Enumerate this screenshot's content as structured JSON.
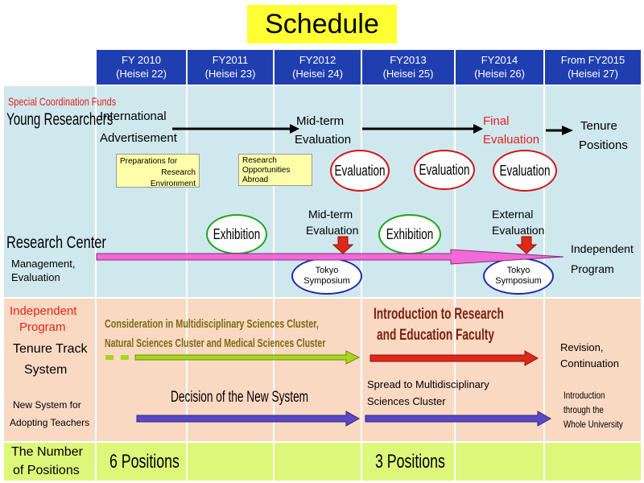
{
  "title": "Schedule",
  "years": [
    {
      "fy": "FY 2010",
      "heisei": "(Heisei 22)"
    },
    {
      "fy": "FY2011",
      "heisei": "(Heisei 23)"
    },
    {
      "fy": "FY2012",
      "heisei": "(Heisei 24)"
    },
    {
      "fy": "FY2013",
      "heisei": "(Heisei 25)"
    },
    {
      "fy": "FY2014",
      "heisei": "(Heisei 26)"
    },
    {
      "fy": "From FY2015",
      "heisei": "(Heisei 27)"
    }
  ],
  "rows": {
    "young": {
      "label_top": "Special Coordination Funds",
      "label_main": "Young Researchers"
    },
    "center": {
      "label_main": "Research Center",
      "label_sub1": "Management,",
      "label_sub2": "Evaluation"
    },
    "independent": {
      "label_top1": "Independent",
      "label_top2": "Program",
      "label_main1": "Tenure Track",
      "label_main2": "System",
      "label_sub1": "New System for",
      "label_sub2": "Adopting Teachers"
    },
    "positions": {
      "label1": "The Number",
      "label2": "of Positions"
    }
  },
  "young": {
    "intl1": "International",
    "intl2": "Advertisement",
    "midterm1": "Mid-term",
    "midterm2": "Evaluation",
    "final1": "Final",
    "final2": "Evaluation",
    "tenure1": "Tenure",
    "tenure2": "Positions",
    "prep1": "Preparations for",
    "prep2": "Research Environment",
    "abroad1": "Research",
    "abroad2": "Opportunities",
    "abroad3": "Abroad",
    "evaluation": "Evaluation"
  },
  "center": {
    "exhibition": "Exhibition",
    "midterm1": "Mid-term",
    "midterm2": "Evaluation",
    "external1": "External",
    "external2": "Evaluation",
    "symposium1": "Tokyo",
    "symposium2": "Symposium",
    "independent1": "Independent",
    "independent2": "Program"
  },
  "independent": {
    "consider1": "Consideration in Multidisciplinary Sciences Cluster,",
    "consider2": "Natural Sciences Cluster and Medical Sciences Cluster",
    "decision": "Decision of the New System",
    "intro1": "Introduction to Research",
    "intro2": "and Education Faculty",
    "spread1": "Spread to Multidisciplinary",
    "spread2": "Sciences Cluster",
    "revision1": "Revision,",
    "revision2": "Continuation",
    "whole1": "Introduction",
    "whole2": "through the",
    "whole3": "Whole University"
  },
  "positions": {
    "first": "6 Positions",
    "second": "3 Positions"
  },
  "colors": {
    "header": "#1f3fb0",
    "band_young_center": "#cfe8ee",
    "band_independent": "#fad9c3",
    "band_positions": "#ddf77a",
    "red_text": "#e8201a",
    "oval_red": "#d01818",
    "oval_green": "#1aa81a",
    "oval_blue": "#1f2aa8",
    "arrow_pink": "#f06ad8",
    "arrow_green": "#a8d61a",
    "arrow_blue": "#5a48c8",
    "arrow_red": "#e02818",
    "brown_text": "#7a2010"
  }
}
